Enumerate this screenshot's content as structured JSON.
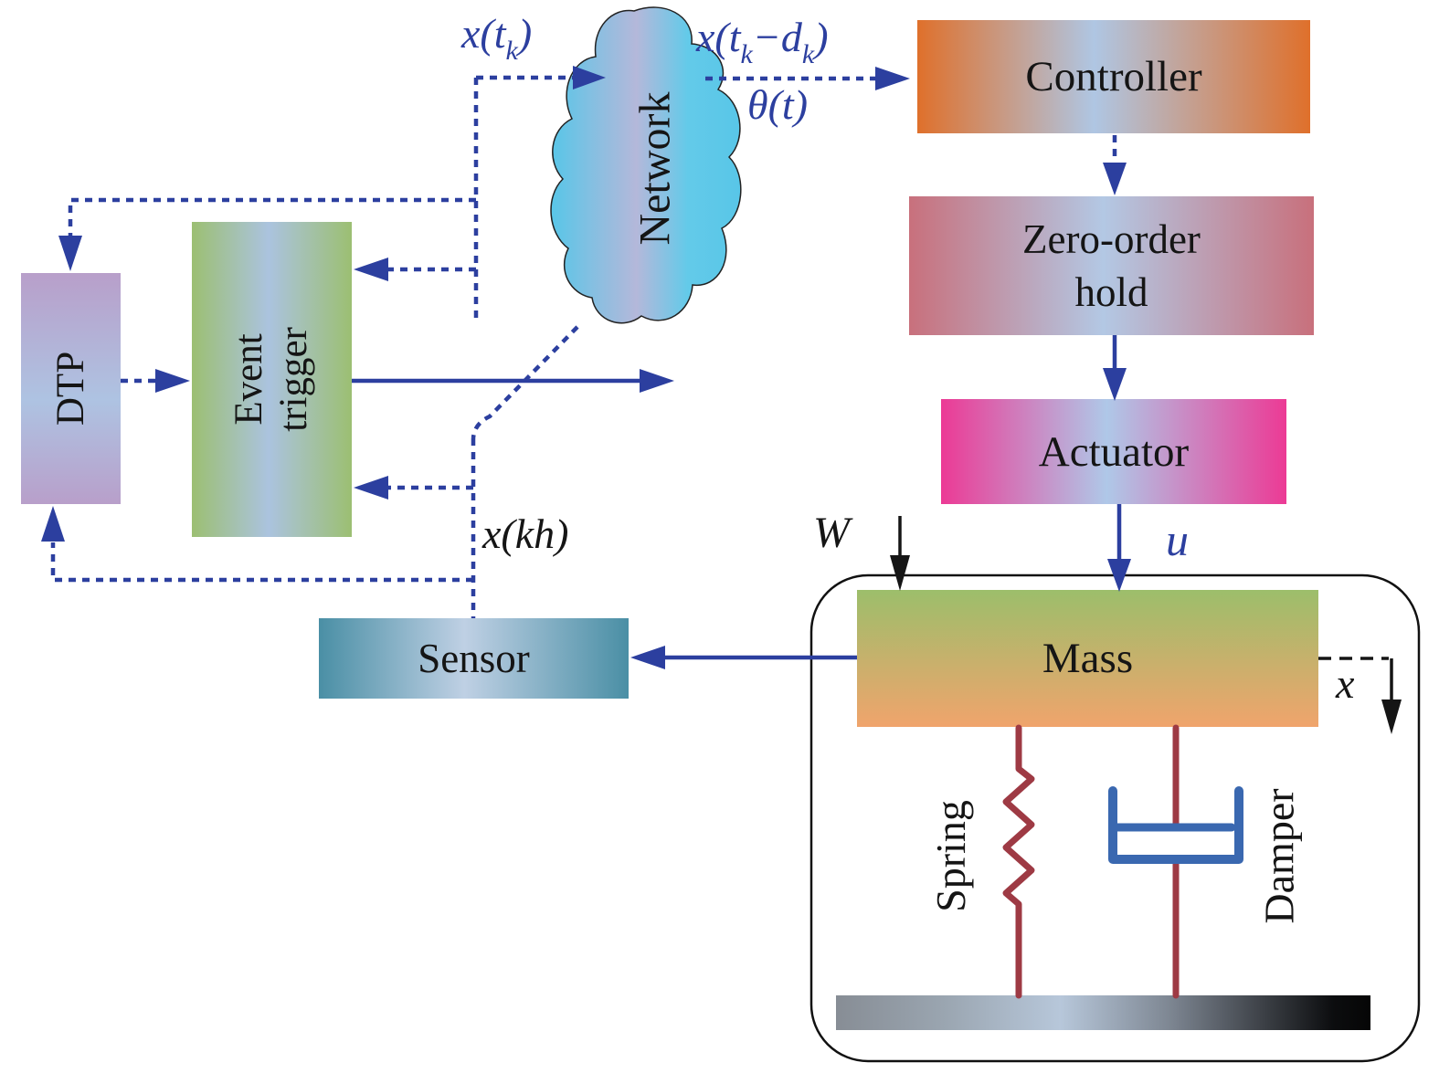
{
  "blocks": {
    "network": "Network",
    "controller": "Controller",
    "zoh_line1": "Zero-order",
    "zoh_line2": "hold",
    "actuator": "Actuator",
    "mass": "Mass",
    "sensor": "Sensor",
    "event_trigger_line1": "Event",
    "event_trigger_line2": "trigger",
    "dtp": "DTP",
    "spring": "Spring",
    "damper": "Damper"
  },
  "signals": {
    "xtk": {
      "pre": "x(t",
      "sub": "k",
      "post": ")"
    },
    "xtkdk": {
      "pre": "x(t",
      "sub1": "k",
      "mid": "−d",
      "sub2": "k",
      "post": ")"
    },
    "theta": "θ(t)",
    "xkh": "x(kh)",
    "u": "u",
    "w": "W",
    "x": "x"
  },
  "colors": {
    "arrow_blue": "#2c3f9f",
    "label_blue": "#2c3f9f",
    "text_black": "#151515",
    "controller_orange": "#df702b",
    "hold_rose": "#c8707c",
    "actuator_magenta": "#ec3a95",
    "mass_green": "#9cbe6b",
    "mass_orange": "#f0a46c",
    "sensor_teal": "#4a8fa5",
    "event_trigger_green": "#9cbf72",
    "dtp_lavender": "#b89fca",
    "network_cyan": "#58c6e8",
    "center_band_blue": "#afc6e3",
    "spring_red": "#9e3a44",
    "damper_blue": "#3a68b0",
    "ground_light": "#b7c7da",
    "ground_dark": "#060606"
  }
}
